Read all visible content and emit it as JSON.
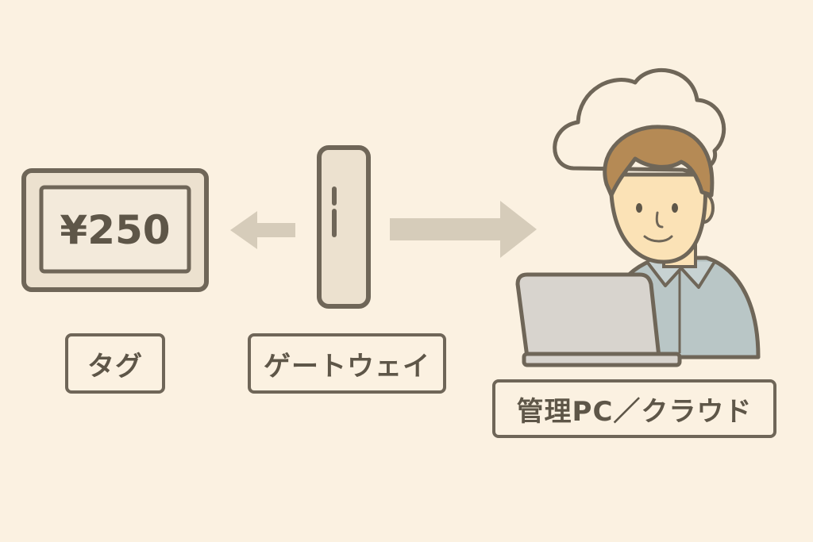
{
  "tag": {
    "price": "¥250",
    "label": "タグ"
  },
  "gateway": {
    "label": "ゲートウェイ"
  },
  "management": {
    "label": "管理PC／クラウド"
  },
  "colors": {
    "background": "#fbf1e1",
    "outline": "#6f6658",
    "device_fill": "#ece1cf",
    "arrow": "#d6ccba",
    "shirt": "#b9c6c6",
    "skin": "#fbe2b6",
    "hair": "#b58a55",
    "laptop": "#d8d4ce"
  },
  "icons": [
    "price-tag-icon",
    "gateway-device-icon",
    "cloud-icon",
    "person-icon",
    "laptop-icon",
    "arrow-left-icon",
    "arrow-right-icon"
  ]
}
